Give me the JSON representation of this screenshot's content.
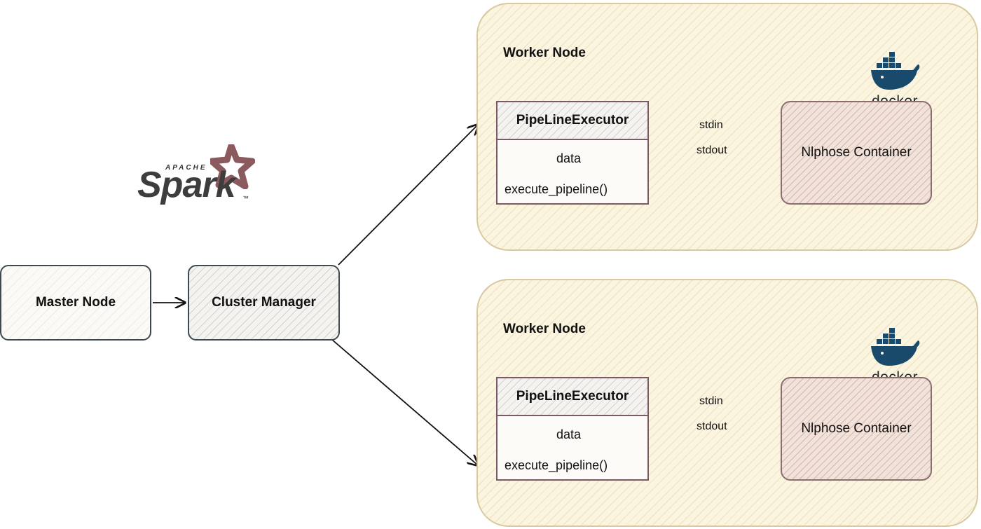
{
  "spark_logo": {
    "small": "APACHE",
    "big": "Spark",
    "tm": "™",
    "star_color": "#8b5a5e"
  },
  "master_node": {
    "label": "Master Node"
  },
  "cluster_manager": {
    "label": "Cluster Manager"
  },
  "workers": [
    {
      "title": "Worker Node",
      "docker_text": "docker",
      "executor": {
        "header": "PipeLineExecutor",
        "field": "data",
        "method": "execute_pipeline()"
      },
      "stdin_label": "stdin",
      "stdout_label": "stdout",
      "container_label": "Nlphose Container"
    },
    {
      "title": "Worker Node",
      "docker_text": "docker",
      "executor": {
        "header": "PipeLineExecutor",
        "field": "data",
        "method": "execute_pipeline()"
      },
      "stdin_label": "stdin",
      "stdout_label": "stdout",
      "container_label": "Nlphose Container"
    }
  ],
  "colors": {
    "docker_blue": "#1a4a6b",
    "edge": "#111111"
  }
}
